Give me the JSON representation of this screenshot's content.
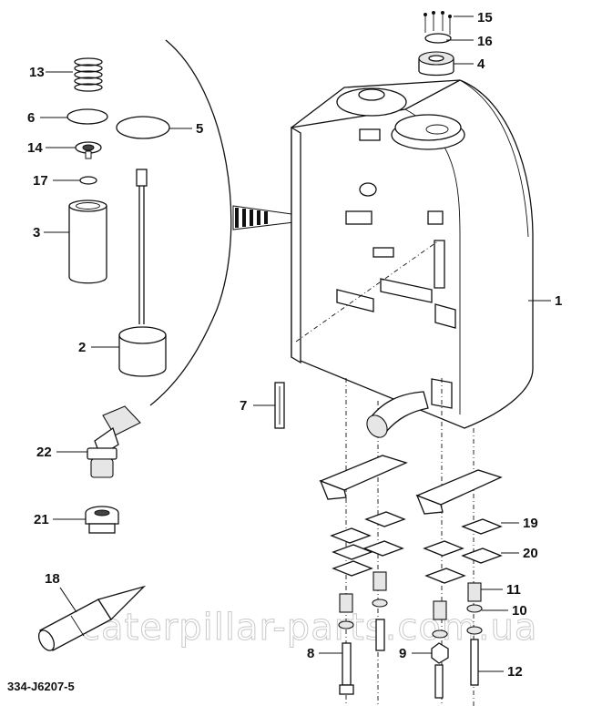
{
  "figure": {
    "reference_code": "334-J6207-5",
    "watermark": "caterpillar-parts.com.ua"
  },
  "callouts": {
    "c1": "1",
    "c2": "2",
    "c3": "3",
    "c4": "4",
    "c5": "5",
    "c6": "6",
    "c7": "7",
    "c8": "8",
    "c9": "9",
    "c10": "10",
    "c11": "11",
    "c12": "12",
    "c13": "13",
    "c14": "14",
    "c15": "15",
    "c16": "16",
    "c17": "17",
    "c18": "18",
    "c19": "19",
    "c20": "20",
    "c21": "21",
    "c22": "22"
  }
}
